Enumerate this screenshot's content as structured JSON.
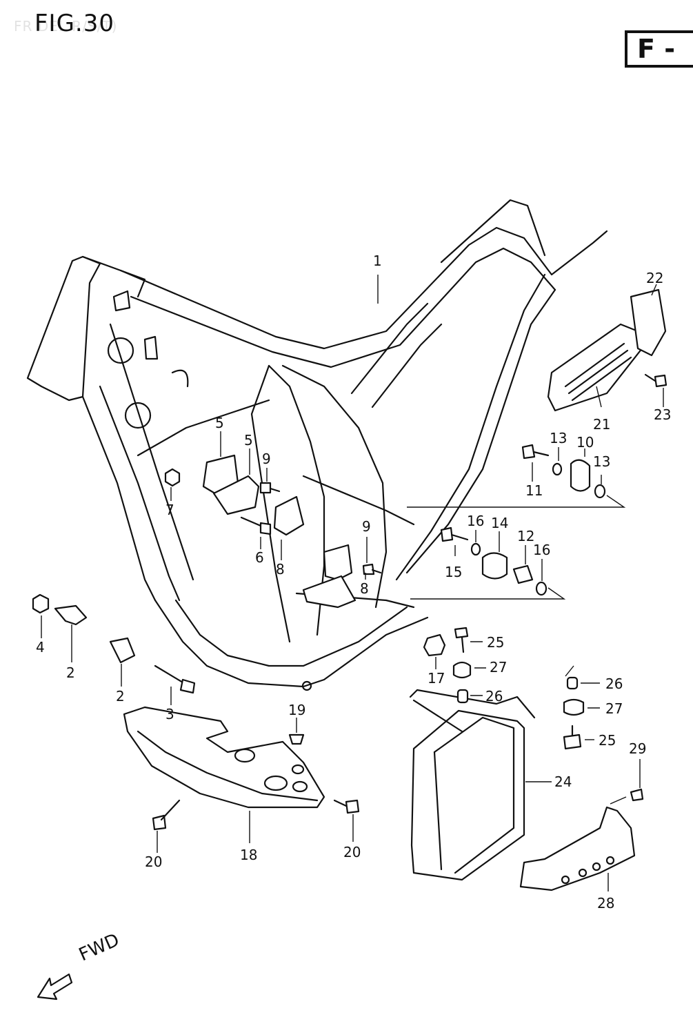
{
  "header": {
    "figure": "FIG.30",
    "ghost_caption": "FR        DEL R/S/T)",
    "section_tag": "F -"
  },
  "direction": {
    "label": "FWD"
  },
  "callouts": {
    "p1": "1",
    "p2a": "2",
    "p2b": "2",
    "p3": "3",
    "p4": "4",
    "p5a": "5",
    "p5b": "5",
    "p6": "6",
    "p7": "7",
    "p8a": "8",
    "p8b": "8",
    "p9a": "9",
    "p9b": "9",
    "p10": "10",
    "p11": "11",
    "p12": "12",
    "p13a": "13",
    "p13b": "13",
    "p14": "14",
    "p15": "15",
    "p16a": "16",
    "p16b": "16",
    "p17": "17",
    "p18": "18",
    "p19": "19",
    "p20a": "20",
    "p20b": "20",
    "p21": "21",
    "p22": "22",
    "p23": "23",
    "p24": "24",
    "p25a": "25",
    "p25b": "25",
    "p26a": "26",
    "p26b": "26",
    "p27a": "27",
    "p27b": "27",
    "p28": "28",
    "p29": "29"
  }
}
